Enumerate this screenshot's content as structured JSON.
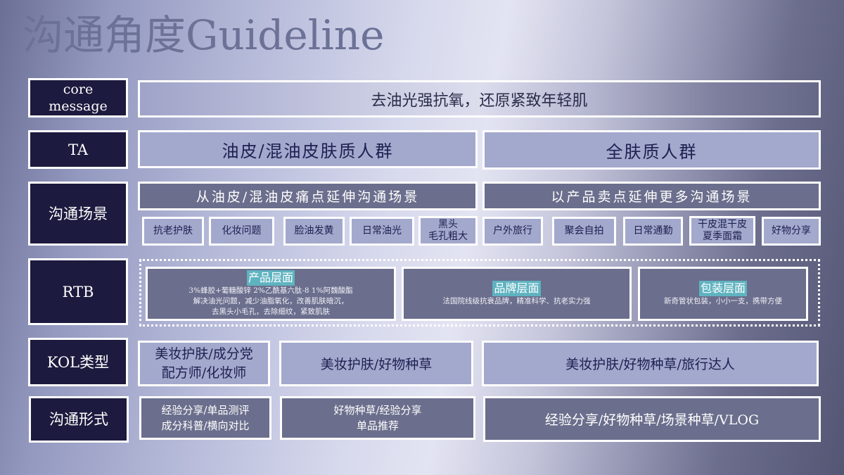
{
  "title": "沟通角度Guideline",
  "rows": {
    "core_message": {
      "label": "core message",
      "label_line1": "core",
      "label_line2": "message",
      "content": "去油光强抗氧，还原紧致年轻肌"
    },
    "ta": {
      "label": "TA",
      "items": [
        "油皮/混油皮肤质人群",
        "全肤质人群"
      ]
    },
    "scenarios": {
      "label": "沟通场景",
      "groups": [
        {
          "header": "从油皮/混油皮痛点延伸沟通场景",
          "items": [
            "抗老护肤",
            "化妆问题",
            "脸油发黄",
            "日常油光",
            "黑头\n毛孔粗大"
          ],
          "item_lines": [
            [
              "抗老护肤"
            ],
            [
              "化妆问题"
            ],
            [
              "脸油发黄"
            ],
            [
              "日常油光"
            ],
            [
              "黑头",
              "毛孔粗大"
            ]
          ]
        },
        {
          "header": "以产品卖点延伸更多沟通场景",
          "items": [
            "户外旅行",
            "聚会自拍",
            "日常通勤",
            "干皮混干皮\n夏季面霜",
            "好物分享"
          ],
          "item_lines": [
            [
              "户外旅行"
            ],
            [
              "聚会自拍"
            ],
            [
              "日常通勤"
            ],
            [
              "干皮混干皮",
              "夏季面霜"
            ],
            [
              "好物分享"
            ]
          ]
        }
      ]
    },
    "rtb": {
      "label": "RTB",
      "items": [
        {
          "tag": "产品层面",
          "lines": [
            "3%蜂胶+葡糖酸锌 2%乙酰基六肽-8 1%阿魏酸酯",
            "解决油光问题，减少油脂氧化，改善肌肤暗沉，",
            "去黑头小毛孔，去除细纹，紧致肌肤"
          ]
        },
        {
          "tag": "品牌层面",
          "lines": [
            "法国院线级抗衰品牌，精准科学、抗老实力强"
          ]
        },
        {
          "tag": "包装层面",
          "lines": [
            "新奇管状包装，小小一支，携带方便"
          ]
        }
      ]
    },
    "kol": {
      "label": "KOL类型",
      "items": [
        {
          "lines": [
            "美妆护肤/成分党",
            "配方师/化妆师"
          ]
        },
        {
          "lines": [
            "美妆护肤/好物种草"
          ]
        },
        {
          "lines": [
            "美妆护肤/好物种草/旅行达人"
          ]
        }
      ]
    },
    "format": {
      "label": "沟通形式",
      "items": [
        {
          "lines": [
            "经验分享/单品测评",
            "成分科普/横向对比"
          ]
        },
        {
          "lines": [
            "好物种草/经验分享",
            "单品推荐"
          ]
        },
        {
          "lines": [
            "经验分享/好物种草/场景种草/VLOG"
          ]
        }
      ]
    }
  },
  "colors": {
    "label_bg": "#1c1a3e",
    "light_cell_bg": "#a3a8cd",
    "dark_cell_bg": "#6b6e8c",
    "tag_bg": "#5fb3c0",
    "border": "#ffffff",
    "title_color": "#6c7196"
  }
}
